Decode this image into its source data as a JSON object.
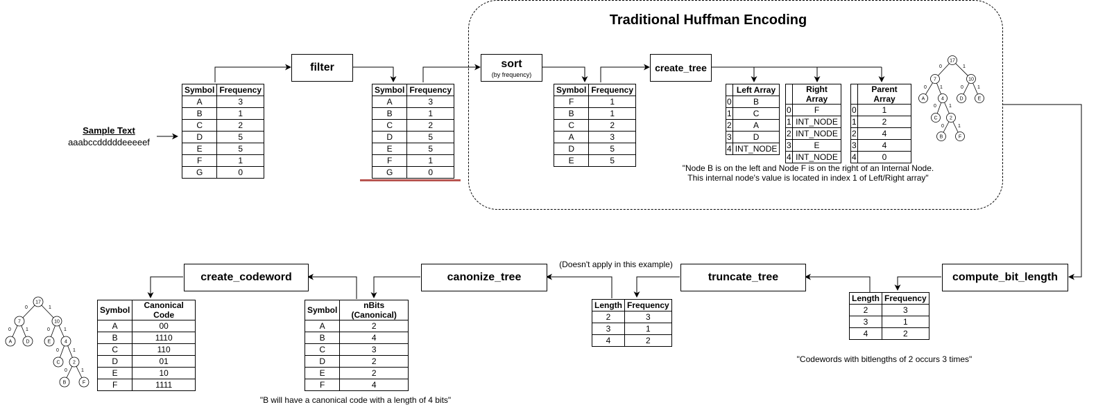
{
  "region_title": "Traditional Huffman Encoding",
  "sample": {
    "title": "Sample Text",
    "text": "aaabccdddddeeeeef"
  },
  "steps": {
    "filter": "filter",
    "sort": "sort",
    "sort_sub": "(by frequency)",
    "create_tree": "create_tree",
    "compute_bit_length": "compute_bit_length",
    "truncate_tree": "truncate_tree",
    "canonize_tree": "canonize_tree",
    "create_codeword": "create_codeword"
  },
  "tables": {
    "input": {
      "headers": [
        "Symbol",
        "Frequency"
      ],
      "rows": [
        [
          "A",
          "3"
        ],
        [
          "B",
          "1"
        ],
        [
          "C",
          "2"
        ],
        [
          "D",
          "5"
        ],
        [
          "E",
          "5"
        ],
        [
          "F",
          "1"
        ],
        [
          "G",
          "0"
        ]
      ]
    },
    "filtered": {
      "headers": [
        "Symbol",
        "Frequency"
      ],
      "rows": [
        [
          "A",
          "3"
        ],
        [
          "B",
          "1"
        ],
        [
          "C",
          "2"
        ],
        [
          "D",
          "5"
        ],
        [
          "E",
          "5"
        ],
        [
          "F",
          "1"
        ],
        [
          "G",
          "0"
        ]
      ],
      "struck_row": 6
    },
    "sorted": {
      "headers": [
        "Symbol",
        "Frequency"
      ],
      "rows": [
        [
          "F",
          "1"
        ],
        [
          "B",
          "1"
        ],
        [
          "C",
          "2"
        ],
        [
          "A",
          "3"
        ],
        [
          "D",
          "5"
        ],
        [
          "E",
          "5"
        ]
      ]
    },
    "left": {
      "header": "Left Array",
      "indices": [
        "0",
        "1",
        "2",
        "3",
        "4"
      ],
      "values": [
        "B",
        "C",
        "A",
        "D",
        "INT_NODE"
      ]
    },
    "right": {
      "header": "Right Array",
      "indices": [
        "0",
        "1",
        "2",
        "3",
        "4"
      ],
      "values": [
        "F",
        "INT_NODE",
        "INT_NODE",
        "E",
        "INT_NODE"
      ]
    },
    "parent": {
      "header": "Parent Array",
      "indices": [
        "0",
        "1",
        "2",
        "3",
        "4"
      ],
      "values": [
        "1",
        "2",
        "4",
        "4",
        "0"
      ]
    },
    "bitlen": {
      "headers": [
        "Length",
        "Frequency"
      ],
      "rows": [
        [
          "2",
          "3"
        ],
        [
          "3",
          "1"
        ],
        [
          "4",
          "2"
        ]
      ]
    },
    "truncated": {
      "headers": [
        "Length",
        "Frequency"
      ],
      "rows": [
        [
          "2",
          "3"
        ],
        [
          "3",
          "1"
        ],
        [
          "4",
          "2"
        ]
      ]
    },
    "nbits": {
      "headers": [
        "Symbol",
        "nBits (Canonical)"
      ],
      "rows": [
        [
          "A",
          "2"
        ],
        [
          "B",
          "4"
        ],
        [
          "C",
          "3"
        ],
        [
          "D",
          "2"
        ],
        [
          "E",
          "2"
        ],
        [
          "F",
          "4"
        ]
      ]
    },
    "codes": {
      "headers": [
        "Symbol",
        "Canonical Code"
      ],
      "rows": [
        [
          "A",
          "00"
        ],
        [
          "B",
          "1110"
        ],
        [
          "C",
          "110"
        ],
        [
          "D",
          "01"
        ],
        [
          "E",
          "10"
        ],
        [
          "F",
          "1111"
        ]
      ]
    }
  },
  "notes": {
    "tree_note_1": "\"Node B is on the left and Node F is on the right of an Internal Node.",
    "tree_note_2": "This internal node's value is located in index 1 of Left/Right array\"",
    "bitlen_note": "\"Codewords with bitlengths of 2 occurs 3 times\"",
    "truncate_note": "(Doesn't apply in this example)",
    "canon_note": "\"B will have a canonical code with a length of 4 bits\""
  },
  "trees": {
    "top": {
      "nodes": [
        "17",
        "7",
        "10",
        "A",
        "4",
        "D",
        "E",
        "C",
        "2",
        "B",
        "F"
      ],
      "edge_labels": [
        "0",
        "1",
        "0",
        "1",
        "0",
        "1",
        "0",
        "1",
        "0",
        "1"
      ]
    },
    "bottom": {
      "nodes": [
        "17",
        "7",
        "10",
        "A",
        "D",
        "E",
        "4",
        "C",
        "2",
        "B",
        "F"
      ],
      "edge_labels": [
        "0",
        "1",
        "0",
        "1",
        "0",
        "1",
        "0",
        "1",
        "0",
        "1"
      ]
    }
  },
  "colors": {
    "strike": "#b85450"
  }
}
